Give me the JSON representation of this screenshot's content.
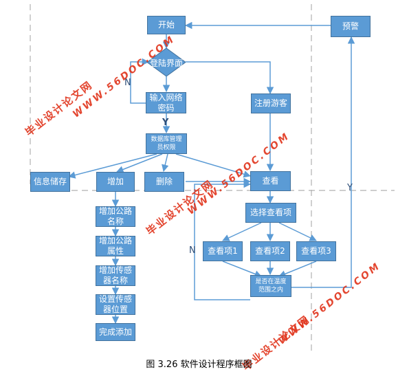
{
  "nodes": {
    "start": "开始",
    "login": "登陆界面",
    "input_pwd": "输入网络\n密码",
    "register_guest": "注册游客",
    "db_admin": "数据库管理\n员权限",
    "info_store": "信息储存",
    "add": "增加",
    "delete": "删除",
    "view": "查看",
    "warning": "预警",
    "add_road_name": "增加公路\n名称",
    "add_road_attr": "增加公路\n属性",
    "add_sensor_name": "增加传感\n器名称",
    "set_sensor_pos": "设置传感\n器位置",
    "complete_add": "完成添加",
    "select_view": "选择查看项",
    "view1": "查看项1",
    "view2": "查看项2",
    "view3": "查看项3",
    "in_range": "是否在温度\n范围之内"
  },
  "edge_labels": {
    "n_left": "N",
    "y_down": "Y",
    "n_mid": "N",
    "y_right": "Y"
  },
  "watermarks": {
    "cn": "毕业设计论文网",
    "url": "WWW.56DOC.COM"
  },
  "caption": "图 3.26 软件设计程序框图"
}
